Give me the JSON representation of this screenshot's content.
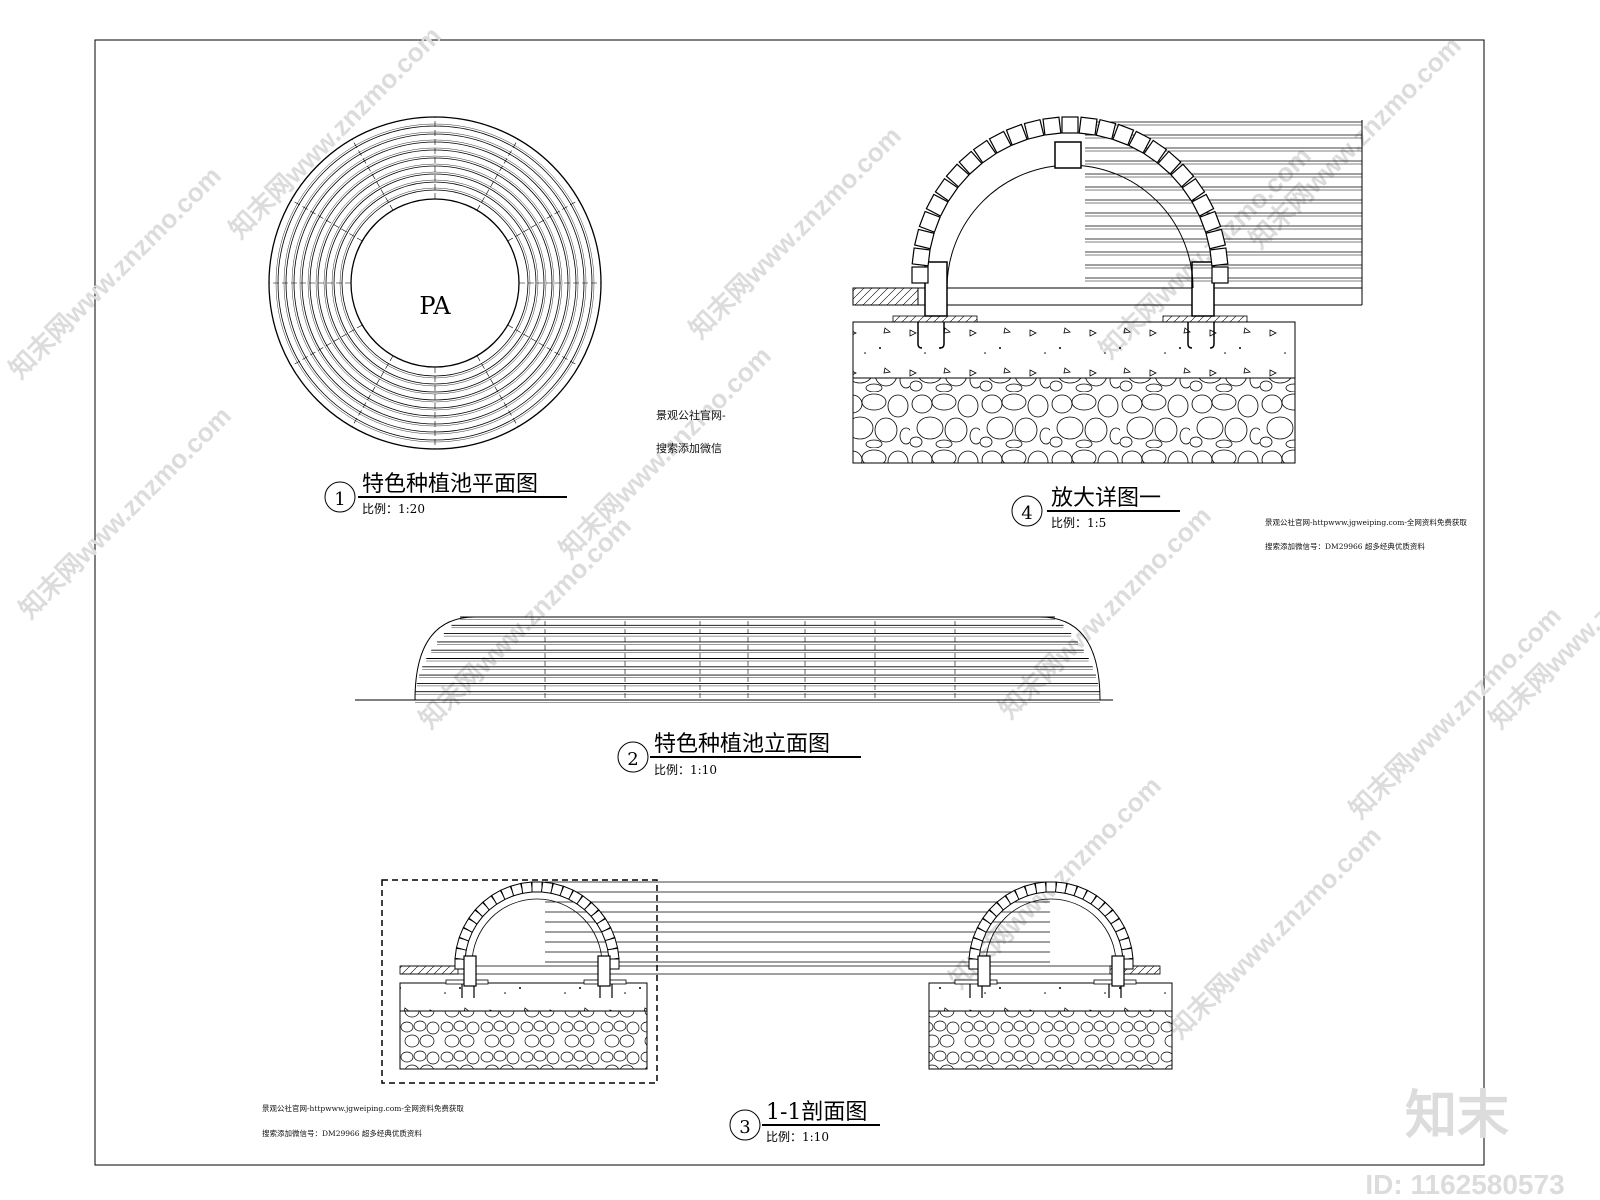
{
  "drawings": {
    "plan": {
      "number": "1",
      "title": "特色种植池平面图",
      "scale": "比例：1:20",
      "center_label": "PA"
    },
    "elevation": {
      "number": "2",
      "title": "特色种植池立面图",
      "scale": "比例：1:10"
    },
    "section": {
      "number": "3",
      "title": "1-1剖面图",
      "scale": "比例：1:10"
    },
    "detail": {
      "number": "4",
      "title": "放大详图一",
      "scale": "比例：1:5"
    }
  },
  "notes": {
    "plan_note_1": "景观公社官网-",
    "plan_note_2": "搜索添加微信",
    "detail_note_1": "景观公社官网-httpwww.jgweiping.com-全网资料免费获取",
    "detail_note_2": "搜索添加微信号：DM29966  超多经典优质资料",
    "section_note_1": "景观公社官网-httpwww.jgweiping.com-全网资料免费获取",
    "section_note_2": "搜索添加微信号：DM29966  超多经典优质资料"
  },
  "watermark": {
    "text": "知末网www.znzmo.com",
    "brand": "知末",
    "id": "ID: 1162580573"
  }
}
